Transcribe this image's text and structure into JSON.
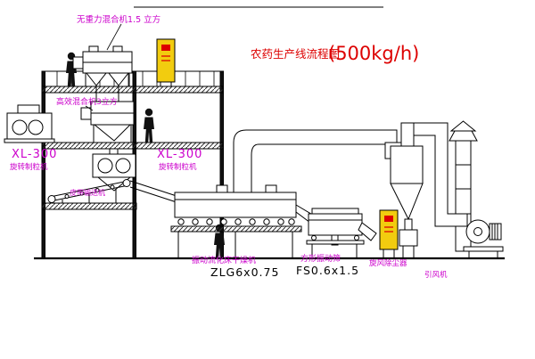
{
  "title": {
    "main": "农药生产线流程图",
    "capacity": "(500kg/h)"
  },
  "equipment_labels": {
    "top_mixer": "无重力混合机1.5 立方",
    "mid_mixer": "高效混合机3立方",
    "left_granulator": {
      "model": "XL-300",
      "name": "旋转制粒机"
    },
    "center_granulator": {
      "model": "XL-300",
      "name": "旋转制粒机"
    },
    "belt_conveyor": "皮带输送机",
    "dryer": {
      "name": "振动流化床干燥机",
      "model": "ZLG6x0.75"
    },
    "screen": {
      "name": "方形振动筛",
      "model": "FS0.6x1.5"
    },
    "cyclone": "旋风除尘器",
    "fan": "引风机"
  },
  "colors": {
    "label_magenta": "#cc00cc",
    "title_red": "#dd0000",
    "cabinet_yellow": "#f2cc0f",
    "line_black": "#000000",
    "background": "#ffffff"
  }
}
